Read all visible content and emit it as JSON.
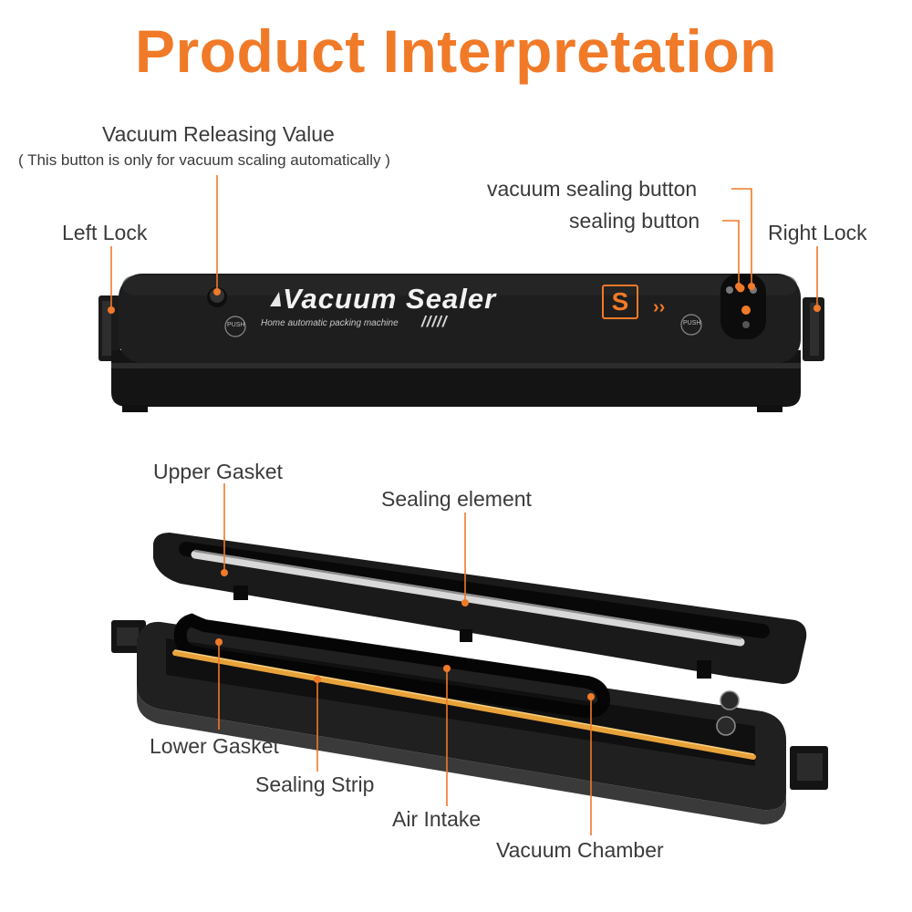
{
  "title": "Product Interpretation",
  "top_view": {
    "brand_text": "Vacuum Sealer",
    "brand_badge": "S",
    "subtitle_text": "Home automatic packing machine",
    "stripes_text": "/////",
    "push_left": "PUSH",
    "push_right": "PUSH",
    "labels": {
      "vacuum_releasing_value": "Vacuum Releasing Value",
      "vacuum_releasing_note": "( This button is only for vacuum scaling automatically )",
      "left_lock": "Left Lock",
      "right_lock": "Right Lock",
      "vacuum_sealing_button": "vacuum sealing button",
      "sealing_button": "sealing button"
    }
  },
  "open_view": {
    "labels": {
      "upper_gasket": "Upper Gasket",
      "sealing_element": "Sealing element",
      "lower_gasket": "Lower Gasket",
      "sealing_strip": "Sealing Strip",
      "air_intake": "Air Intake",
      "vacuum_chamber": "Vacuum Chamber"
    }
  },
  "colors": {
    "accent": "#f07a28",
    "label_text": "#3a3a3a",
    "device_body": "#1c1c1c",
    "sealing_strip": "#e8a23a"
  }
}
